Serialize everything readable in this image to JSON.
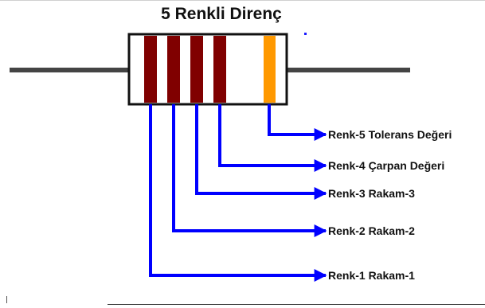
{
  "title": "5 Renkli Direnç",
  "colors": {
    "lead": "#444444",
    "body_outline": "#111111",
    "digit_band": "#800000",
    "tolerance_band": "#ff9900",
    "leader": "#0000ff",
    "text": "#111111"
  },
  "bands": [
    {
      "name": "Renk-1",
      "role": "Rakam-1",
      "label": "Renk-1 Rakam-1",
      "color": "#800000"
    },
    {
      "name": "Renk-2",
      "role": "Rakam-2",
      "label": "Renk-2 Rakam-2",
      "color": "#800000"
    },
    {
      "name": "Renk-3",
      "role": "Rakam-3",
      "label": "Renk-3 Rakam-3",
      "color": "#800000"
    },
    {
      "name": "Renk-4",
      "role": "Çarpan Değeri",
      "label": "Renk-4 Çarpan Değeri",
      "color": "#800000"
    },
    {
      "name": "Renk-5",
      "role": "Tolerans Değeri",
      "label": "Renk-5 Tolerans Değeri",
      "color": "#ff9900"
    }
  ]
}
